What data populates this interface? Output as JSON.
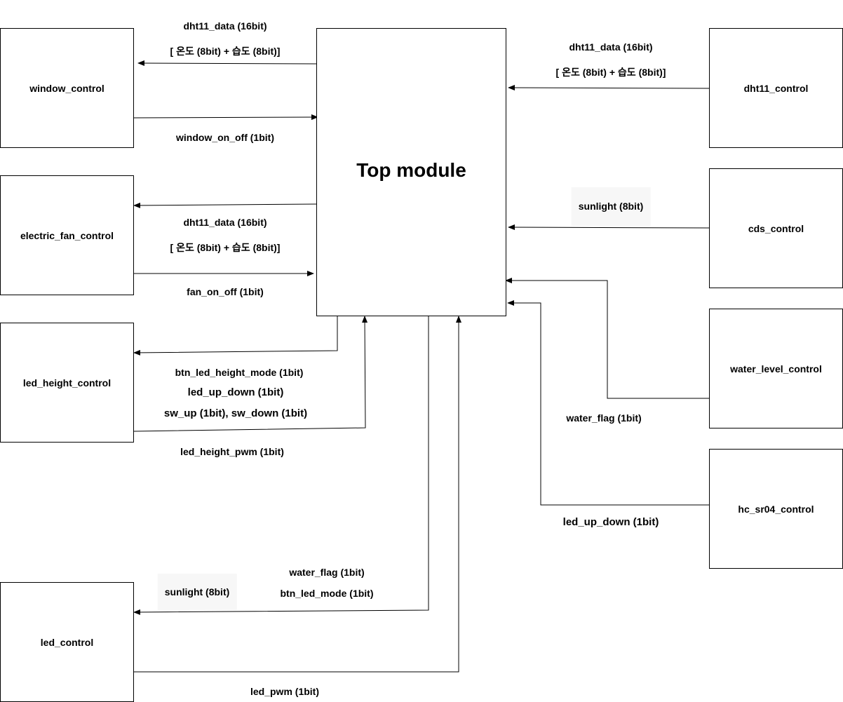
{
  "diagram": {
    "top_module": "Top module",
    "blocks": {
      "window_control": "window_control",
      "electric_fan_control": "electric_fan_control",
      "led_height_control": "led_height_control",
      "led_control": "led_control",
      "dht11_control": "dht11_control",
      "cds_control": "cds_control",
      "water_level_control": "water_level_control",
      "hc_sr04_control": "hc_sr04_control"
    },
    "signals": {
      "window_dht11_data": "dht11_data (16bit)",
      "window_temp_hum": "[ 온도 (8bit) + 습도 (8bit)]",
      "window_on_off": "window_on_off (1bit)",
      "fan_dht11_data": "dht11_data (16bit)",
      "fan_temp_hum": "[ 온도 (8bit) + 습도 (8bit)]",
      "fan_on_off": "fan_on_off (1bit)",
      "btn_led_height_mode": "btn_led_height_mode (1bit)",
      "led_height_up_down": "led_up_down (1bit)",
      "sw_up_down": "sw_up (1bit), sw_down (1bit)",
      "led_height_pwm": "led_height_pwm (1bit)",
      "led_sunlight": "sunlight (8bit)",
      "led_water_flag": "water_flag (1bit)",
      "btn_led_mode": "btn_led_mode (1bit)",
      "led_pwm": "led_pwm (1bit)",
      "dht11_data_right": "dht11_data (16bit)",
      "dht11_temp_hum_right": "[ 온도 (8bit) + 습도 (8bit)]",
      "cds_sunlight": "sunlight (8bit)",
      "water_flag": "water_flag (1bit)",
      "hc_sr04_up_down": "led_up_down (1bit)"
    }
  }
}
